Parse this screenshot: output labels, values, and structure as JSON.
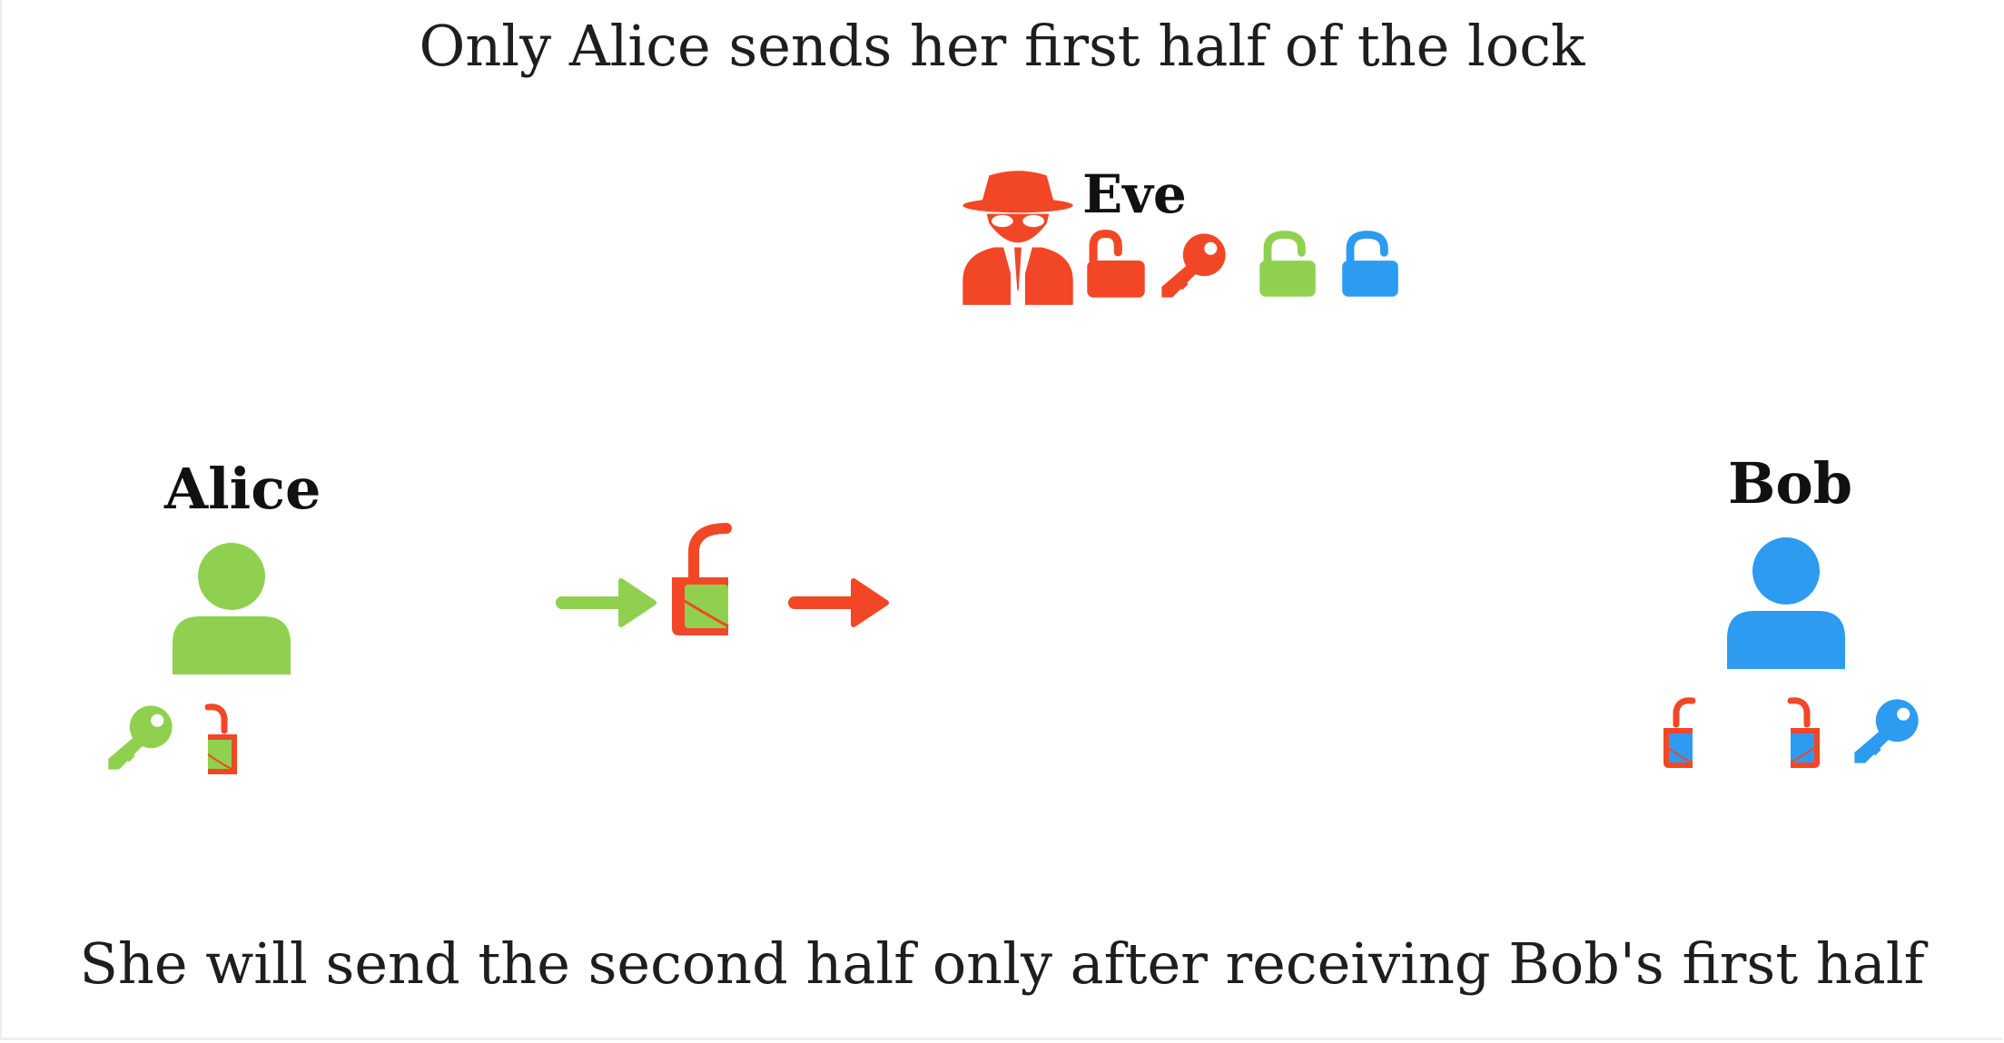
{
  "title": "Only Alice sends her first half of the lock",
  "caption": "She will send the second half only after receiving Bob's first half",
  "participants": {
    "alice": {
      "name": "Alice",
      "color": "#8fd14f"
    },
    "bob": {
      "name": "Bob",
      "color": "#2d9bf0"
    },
    "eve": {
      "name": "Eve",
      "color": "#f24726"
    }
  },
  "icons": {
    "eve": [
      "spy-icon",
      "red-padlock-open-icon",
      "red-key-icon",
      "green-padlock-open-icon",
      "blue-padlock-open-icon"
    ],
    "alice": [
      "user-icon",
      "green-key-icon",
      "half-lock-icon"
    ],
    "bob": [
      "user-icon",
      "half-lock-icon",
      "half-lock-icon",
      "blue-key-icon"
    ],
    "transfer": [
      "green-arrow-icon",
      "double-locked-half-lock-icon",
      "red-arrow-icon"
    ]
  }
}
